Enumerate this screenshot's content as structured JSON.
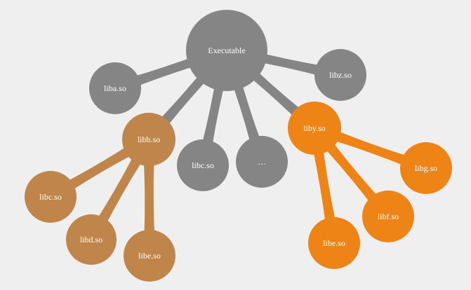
{
  "colors": {
    "background": "#efefef",
    "gray": "#858585",
    "brown": "#c0854a",
    "orange": "#ee8316",
    "label": "#ffffff"
  },
  "nodes": {
    "executable": {
      "label": "Executable",
      "color": "gray"
    },
    "liba": {
      "label": "liba.so",
      "color": "gray"
    },
    "libz": {
      "label": "libz.so",
      "color": "gray"
    },
    "libb": {
      "label": "libb.so",
      "color": "brown"
    },
    "libc_root": {
      "label": "libc.so",
      "color": "gray"
    },
    "ellipsis": {
      "label": "…",
      "color": "gray"
    },
    "liby": {
      "label": "liby.so",
      "color": "orange"
    },
    "libc_dep": {
      "label": "libc.so",
      "color": "brown"
    },
    "libd": {
      "label": "libd.so",
      "color": "brown"
    },
    "libe_b": {
      "label": "libe.so",
      "color": "brown"
    },
    "libg": {
      "label": "libg.so",
      "color": "orange"
    },
    "libf": {
      "label": "libf.so",
      "color": "orange"
    },
    "libe_y": {
      "label": "libe.so",
      "color": "orange"
    }
  },
  "edges": [
    {
      "from": "executable",
      "to": "liba",
      "color": "gray"
    },
    {
      "from": "executable",
      "to": "libz",
      "color": "gray"
    },
    {
      "from": "executable",
      "to": "libb",
      "color": "gray"
    },
    {
      "from": "executable",
      "to": "libc_root",
      "color": "gray"
    },
    {
      "from": "executable",
      "to": "ellipsis",
      "color": "gray"
    },
    {
      "from": "executable",
      "to": "liby",
      "color": "gray"
    },
    {
      "from": "libb",
      "to": "libc_dep",
      "color": "brown"
    },
    {
      "from": "libb",
      "to": "libd",
      "color": "brown"
    },
    {
      "from": "libb",
      "to": "libe_b",
      "color": "brown"
    },
    {
      "from": "liby",
      "to": "libg",
      "color": "orange"
    },
    {
      "from": "liby",
      "to": "libf",
      "color": "orange"
    },
    {
      "from": "liby",
      "to": "libe_y",
      "color": "orange"
    }
  ]
}
